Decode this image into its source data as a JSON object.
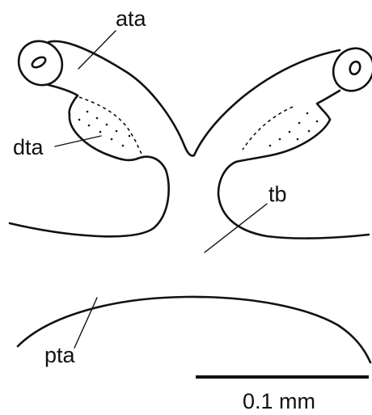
{
  "labels": {
    "ata": "ata",
    "dta": "dta",
    "tb": "tb",
    "pta": "pta"
  },
  "scale_bar": {
    "text": "0.1 mm"
  }
}
